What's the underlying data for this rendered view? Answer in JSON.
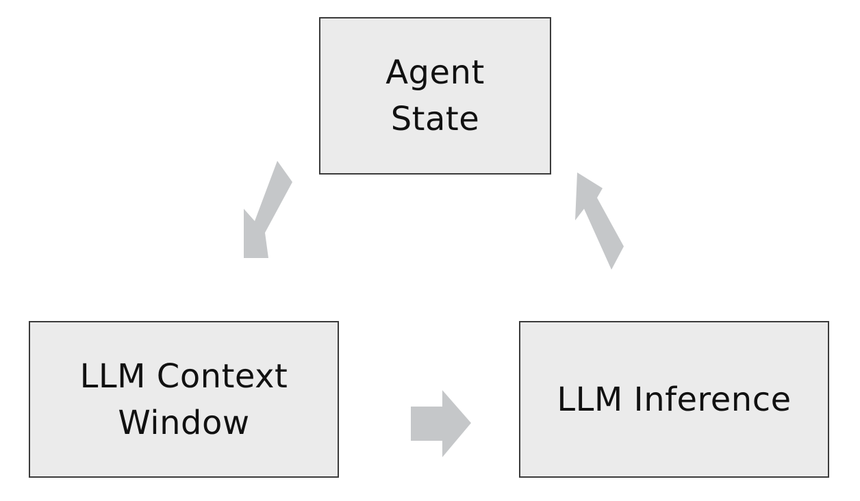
{
  "colors": {
    "box_fill": "#ebebeb",
    "box_border": "#3a3a3a",
    "text": "#111111",
    "arrow": "#c5c7c9"
  },
  "nodes": {
    "agent_state": {
      "line1": "Agent",
      "line2": "State"
    },
    "context_window": {
      "line1": "LLM Context",
      "line2": "Window"
    },
    "inference": {
      "label": "LLM Inference"
    }
  },
  "edges": [
    {
      "from": "agent_state",
      "to": "context_window"
    },
    {
      "from": "context_window",
      "to": "inference"
    },
    {
      "from": "inference",
      "to": "agent_state"
    }
  ]
}
